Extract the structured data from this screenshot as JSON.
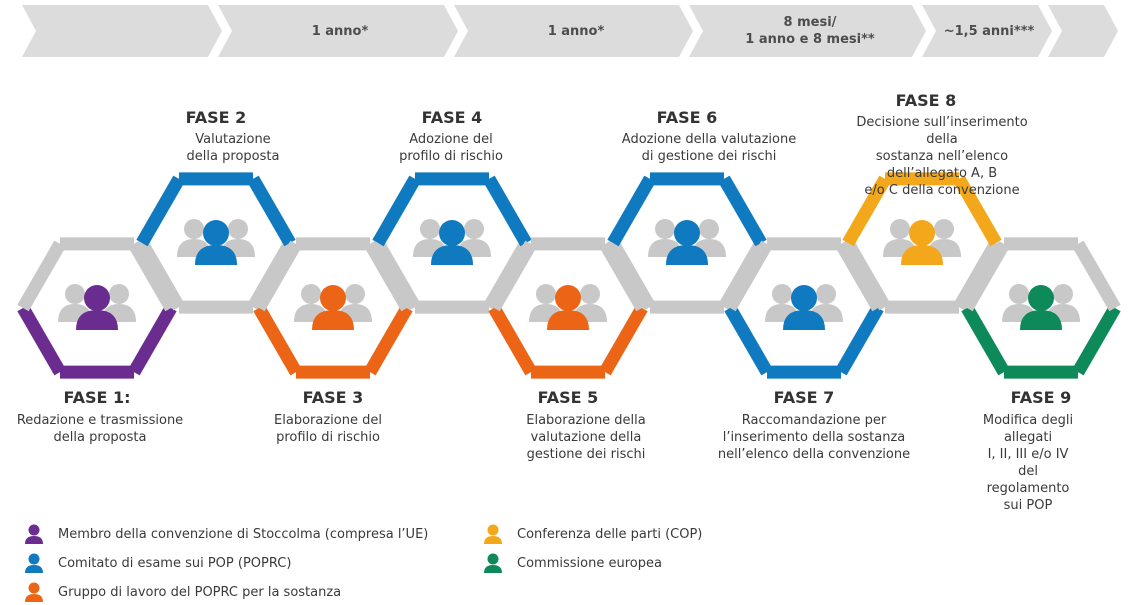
{
  "timeline": {
    "segments": [
      "",
      "1 anno*",
      "1 anno*",
      "8 mesi/\n1 anno e 8 mesi**",
      "~1,5 anni***",
      ""
    ]
  },
  "colors": {
    "purple": "#6a2d8f",
    "blue": "#0f7ac0",
    "orange": "#ec6516",
    "yellow": "#f3a81c",
    "green": "#0e8a5a",
    "grey": "#c8c8c8",
    "timeline": "#dcdcdc"
  },
  "phases": [
    {
      "title": "FASE 1:",
      "desc": "Redazione e trasmissione\ndella proposta",
      "color": "purple",
      "icon": "people-icon"
    },
    {
      "title": "FASE 2",
      "desc": "Valutazione\ndella proposta",
      "color": "blue",
      "icon": "people-icon"
    },
    {
      "title": "FASE 3",
      "desc": "Elaborazione del\nprofilo di rischio",
      "color": "orange",
      "icon": "people-icon"
    },
    {
      "title": "FASE 4",
      "desc": "Adozione del\nprofilo di rischio",
      "color": "blue",
      "icon": "people-icon"
    },
    {
      "title": "FASE 5",
      "desc": "Elaborazione della\nvalutazione della\ngestione dei rischi",
      "color": "orange",
      "icon": "people-icon"
    },
    {
      "title": "FASE 6",
      "desc": "Adozione della valutazione\ndi gestione dei rischi",
      "color": "blue",
      "icon": "people-icon"
    },
    {
      "title": "FASE 7",
      "desc": "Raccomandazione per\nl’inserimento della sostanza\nnell’elenco della convenzione",
      "color": "blue",
      "icon": "people-icon"
    },
    {
      "title": "FASE 8",
      "desc": "Decisione sull’inserimento della\nsostanza nell’elenco dell’allegato A, B\ne/o C della convenzione",
      "color": "yellow",
      "icon": "people-icon"
    },
    {
      "title": "FASE 9",
      "desc": "Modifica degli allegati\nI, II, III e/o IV\ndel regolamento sui POP",
      "color": "green",
      "icon": "people-icon"
    }
  ],
  "legend": [
    {
      "label": "Membro della convenzione di Stoccolma (compresa l’UE)",
      "color": "purple"
    },
    {
      "label": "Comitato di esame sui POP (POPRC)",
      "color": "blue"
    },
    {
      "label": "Gruppo di lavoro del POPRC per la sostanza",
      "color": "orange"
    },
    {
      "label": "Conferenza delle parti (COP)",
      "color": "yellow"
    },
    {
      "label": "Commissione europea",
      "color": "green"
    }
  ]
}
